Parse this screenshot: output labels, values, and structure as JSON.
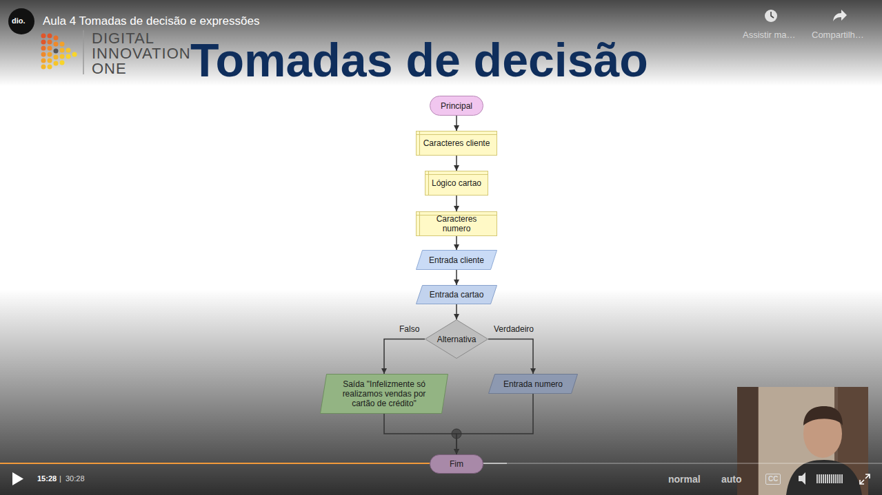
{
  "diagram": {
    "title": "Tomadas de decisão",
    "nodes": [
      {
        "text": [
          "Principal"
        ]
      },
      {
        "text": [
          "Caracteres cliente"
        ]
      },
      {
        "text": [
          "Lógico cartao"
        ]
      },
      {
        "text": [
          "Caracteres numero"
        ]
      },
      {
        "text": [
          "Entrada cliente"
        ]
      },
      {
        "text": [
          "Entrada cartao"
        ]
      },
      {
        "text": [
          "Alternativa"
        ]
      },
      {
        "text": [
          "Saída \"Infelizmente só realizamos vendas por cartão de crédito\""
        ]
      },
      {
        "text": [
          "Entrada numero"
        ]
      },
      {
        "text": [
          "Fim"
        ]
      }
    ],
    "edges": [
      {
        "from": 0,
        "to": 1,
        "arrow": "to"
      },
      {
        "from": 1,
        "to": 2,
        "arrow": "to"
      },
      {
        "from": 2,
        "to": 3,
        "arrow": "to"
      },
      {
        "from": 3,
        "to": 4,
        "arrow": "to"
      },
      {
        "from": 4,
        "to": 5,
        "arrow": "to"
      },
      {
        "from": 5,
        "to": 6,
        "arrow": "to"
      },
      {
        "from": 6,
        "to": 7,
        "label": "Falso",
        "arrow": "to"
      },
      {
        "from": 6,
        "to": 8,
        "label": "Verdadeiro",
        "arrow": "to"
      },
      {
        "from": 7,
        "to": 9,
        "arrow": "to"
      },
      {
        "from": 8,
        "to": 9,
        "arrow": "to"
      }
    ],
    "labels": [
      "dio.",
      "Aula 4 Tomadas de decisão e expressões",
      "DIGITAL",
      "INNOVATION",
      "ONE",
      "Assistir ma…",
      "Compartilh…",
      "15:28",
      "|",
      "30:28",
      "normal",
      "auto",
      "CC"
    ]
  }
}
